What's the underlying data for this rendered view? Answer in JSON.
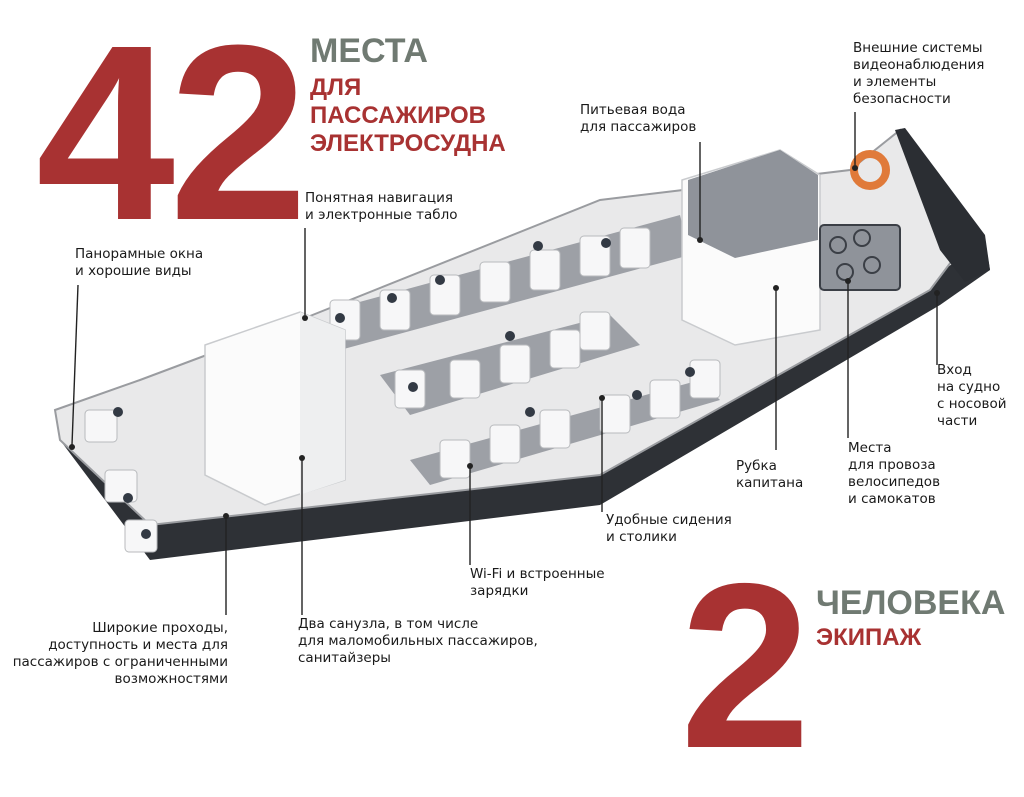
{
  "seats": {
    "number": "42",
    "line1": "МЕСТА",
    "line2": "ДЛЯ",
    "line3": "ПАССАЖИРОВ",
    "line4": "ЭЛЕКТРОСУДНА"
  },
  "crew": {
    "number": "2",
    "line1": "ЧЕЛОВЕКА",
    "line2": "ЭКИПАЖ"
  },
  "callouts": {
    "cameras": "Внешние системы\nвидеонаблюдения\nи элементы\nбезопасности",
    "water": "Питьевая вода\nдля пассажиров",
    "navigation": "Понятная навигация\nи электронные табло",
    "windows": "Панорамные окна\nи хорошие виды",
    "entrance": "Вход\nна судно\nс носовой\nчасти",
    "bikes": "Места\nдля провоза\nвелосипедов\nи самокатов",
    "wheelhouse": "Рубка\nкапитана",
    "seating": "Удобные сидения\nи столики",
    "wifi": "Wi-Fi и встроенные\nзарядки",
    "aisles": "Широкие проходы,\nдоступность и места для\nпассажиров с ограниченными\nвозможностями",
    "toilets": "Два санузла, в том числе\nдля маломобильных пассажиров,\nсанитайзеры"
  },
  "colors": {
    "accent_red": "#a83232",
    "heading_gray": "#707a72"
  }
}
